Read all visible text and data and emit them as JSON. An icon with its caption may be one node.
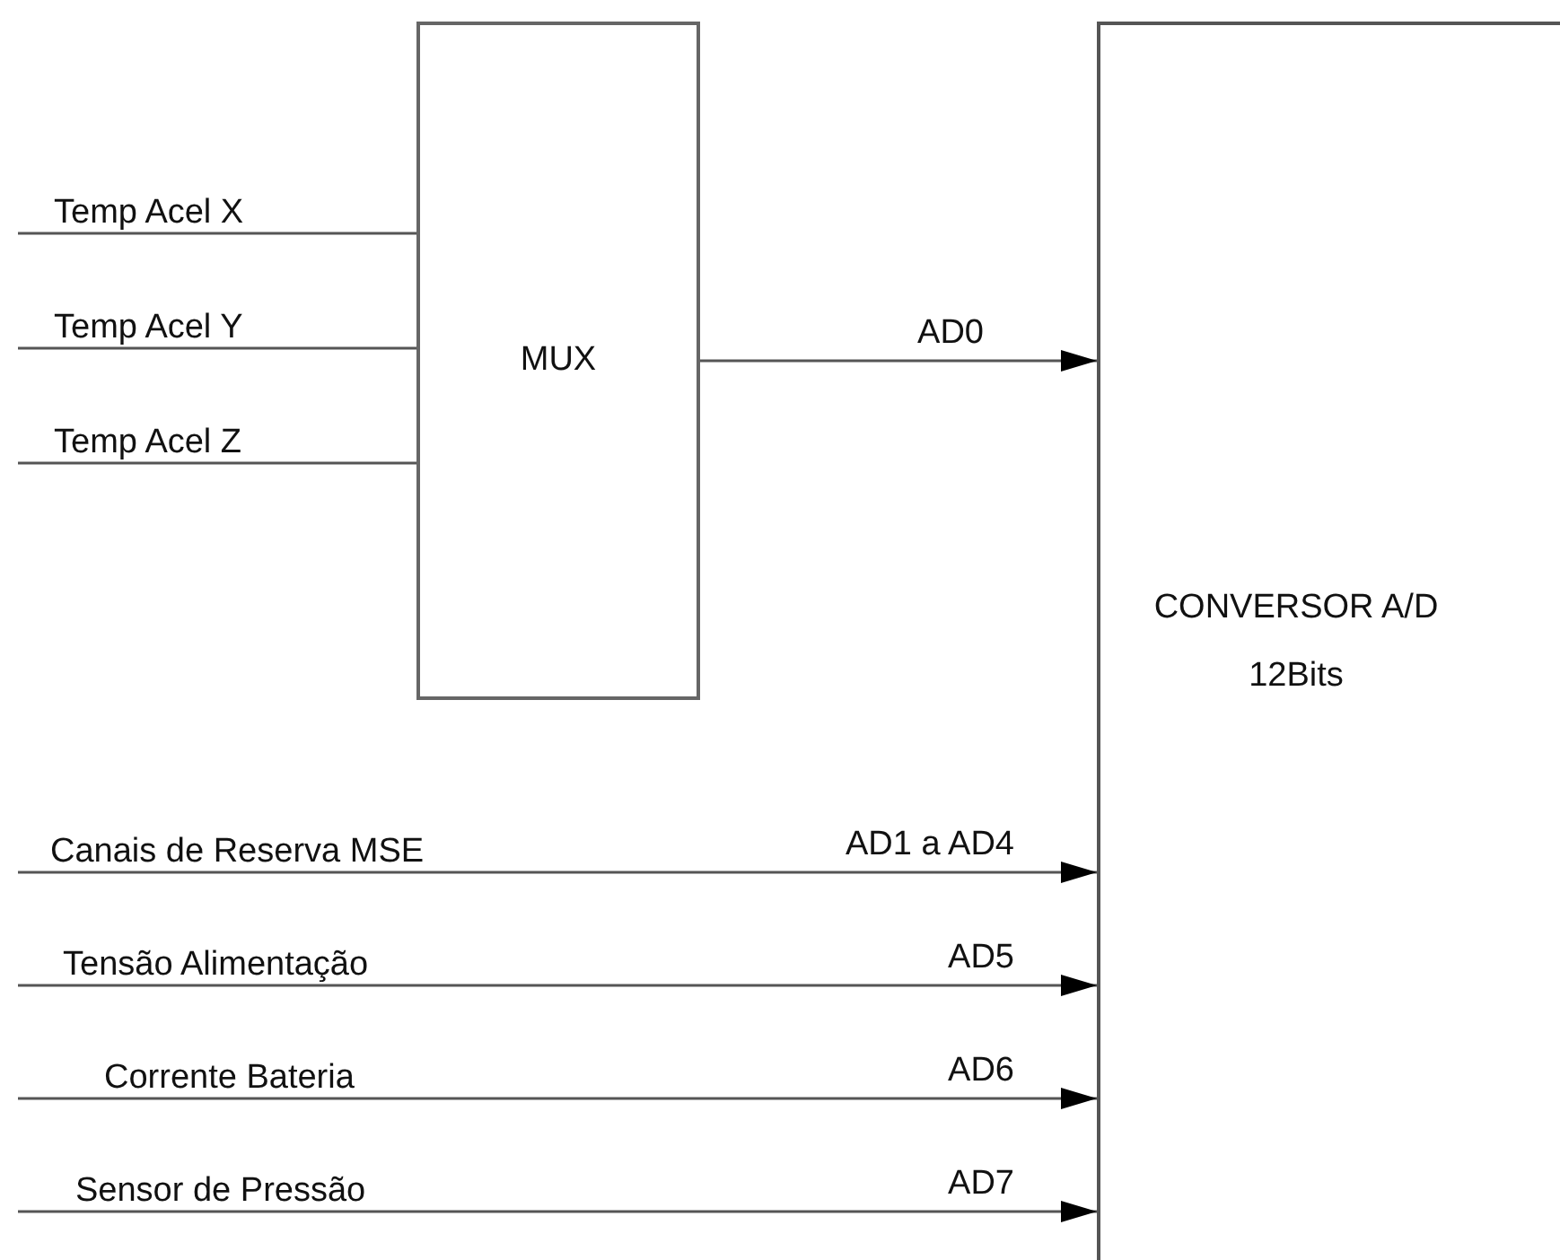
{
  "diagram": {
    "nodes": [
      {
        "text": [
          "Temp Acel X"
        ]
      },
      {
        "text": [
          "Temp Acel Y"
        ]
      },
      {
        "text": [
          "Temp Acel Z"
        ]
      },
      {
        "text": [
          "MUX"
        ]
      },
      {
        "text": [
          "CONVERSOR A/D",
          "12Bits"
        ]
      },
      {
        "text": [
          "Canais de Reserva MSE"
        ]
      },
      {
        "text": [
          "Tensão Alimentação"
        ]
      },
      {
        "text": [
          "Corrente Bateria"
        ]
      },
      {
        "text": [
          "Sensor de Pressão"
        ]
      }
    ],
    "edges": [
      {
        "from": 0,
        "to": 3,
        "arrow": "none"
      },
      {
        "from": 1,
        "to": 3,
        "arrow": "none"
      },
      {
        "from": 2,
        "to": 3,
        "arrow": "none"
      },
      {
        "from": 3,
        "to": 4,
        "arrow": "to",
        "label": "AD0"
      },
      {
        "from": 5,
        "to": 4,
        "arrow": "to",
        "label": "AD1 a AD4"
      },
      {
        "from": 6,
        "to": 4,
        "arrow": "to",
        "label": "AD5"
      },
      {
        "from": 7,
        "to": 4,
        "arrow": "to",
        "label": "AD6"
      },
      {
        "from": 8,
        "to": 4,
        "arrow": "to",
        "label": "AD7"
      }
    ]
  }
}
